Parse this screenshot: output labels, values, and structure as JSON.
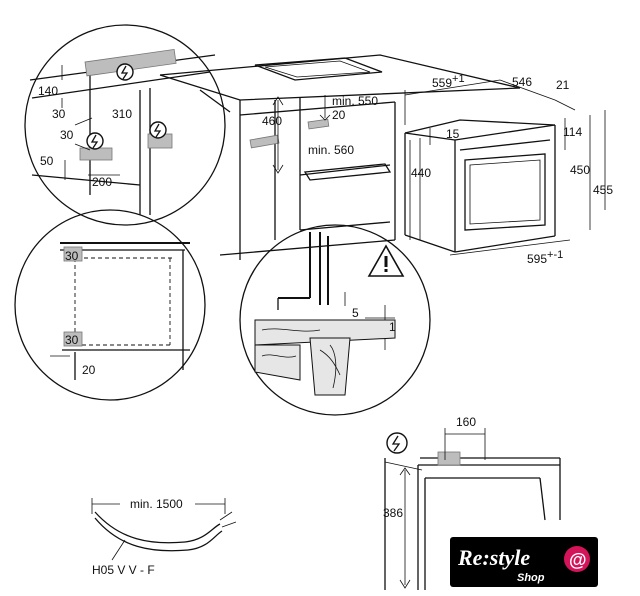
{
  "dimensions": {
    "d140": "140",
    "d310": "310",
    "d30a": "30",
    "d30b": "30",
    "d50": "50",
    "d200": "200",
    "d460": "460",
    "min550": "min. 550",
    "d20a": "20",
    "min560": "min. 560",
    "d559": "559",
    "d559_tol": "+1",
    "d546": "546",
    "d21": "21",
    "d15": "15",
    "d114": "114",
    "d440": "440",
    "d450": "450",
    "d455": "455",
    "d595": "595",
    "d595_tol": "+-1",
    "d30c": "30",
    "d30d": "30",
    "d20b": "20",
    "d5": "5",
    "d1": "1",
    "d160": "160",
    "d386": "386",
    "min1500": "min. 1500"
  },
  "cable_label": "H05 V V - F",
  "logo": {
    "brand": "Re:style",
    "sub": "Shop",
    "color": "#d4145a"
  },
  "icons": [
    "power-socket-icon",
    "warning-triangle-icon"
  ]
}
